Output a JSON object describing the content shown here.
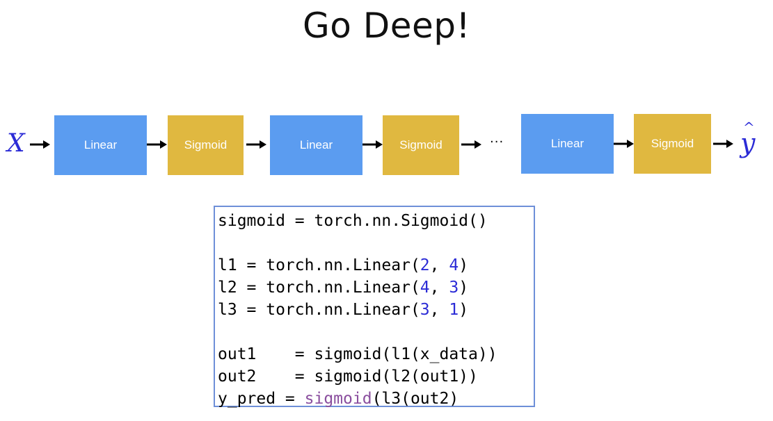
{
  "title": "Go Deep!",
  "diagram": {
    "input_symbol": "X",
    "output_symbol": "y",
    "output_accent": "^",
    "ellipsis": "···",
    "blocks": [
      {
        "label": "Linear",
        "kind": "linear"
      },
      {
        "label": "Sigmoid",
        "kind": "sigmoid"
      },
      {
        "label": "Linear",
        "kind": "linear"
      },
      {
        "label": "Sigmoid",
        "kind": "sigmoid"
      },
      {
        "label": "Linear",
        "kind": "linear"
      },
      {
        "label": "Sigmoid",
        "kind": "sigmoid"
      }
    ],
    "colors": {
      "linear": "#5b9cf0",
      "sigmoid": "#e0b840",
      "symbol": "#2b2bd6",
      "code_border": "#6e8fd8"
    }
  },
  "code": {
    "line1": {
      "a": "sigmoid = torch.nn.Sigmoid()"
    },
    "line2": {
      "a": ""
    },
    "line3": {
      "a": "l1 = torch.nn.Linear(",
      "n1": "2",
      "b": ", ",
      "n2": "4",
      "c": ")"
    },
    "line4": {
      "a": "l2 = torch.nn.Linear(",
      "n1": "4",
      "b": ", ",
      "n2": "3",
      "c": ")"
    },
    "line5": {
      "a": "l3 = torch.nn.Linear(",
      "n1": "3",
      "b": ", ",
      "n2": "1",
      "c": ")"
    },
    "line6": {
      "a": ""
    },
    "line7": {
      "a": "out1    = sigmoid(l1(x_data))"
    },
    "line8": {
      "a": "out2    = sigmoid(l2(out1))"
    },
    "line9": {
      "a": "y_pred = ",
      "fn": "sigmoid",
      "b": "(l3(out2)"
    }
  }
}
